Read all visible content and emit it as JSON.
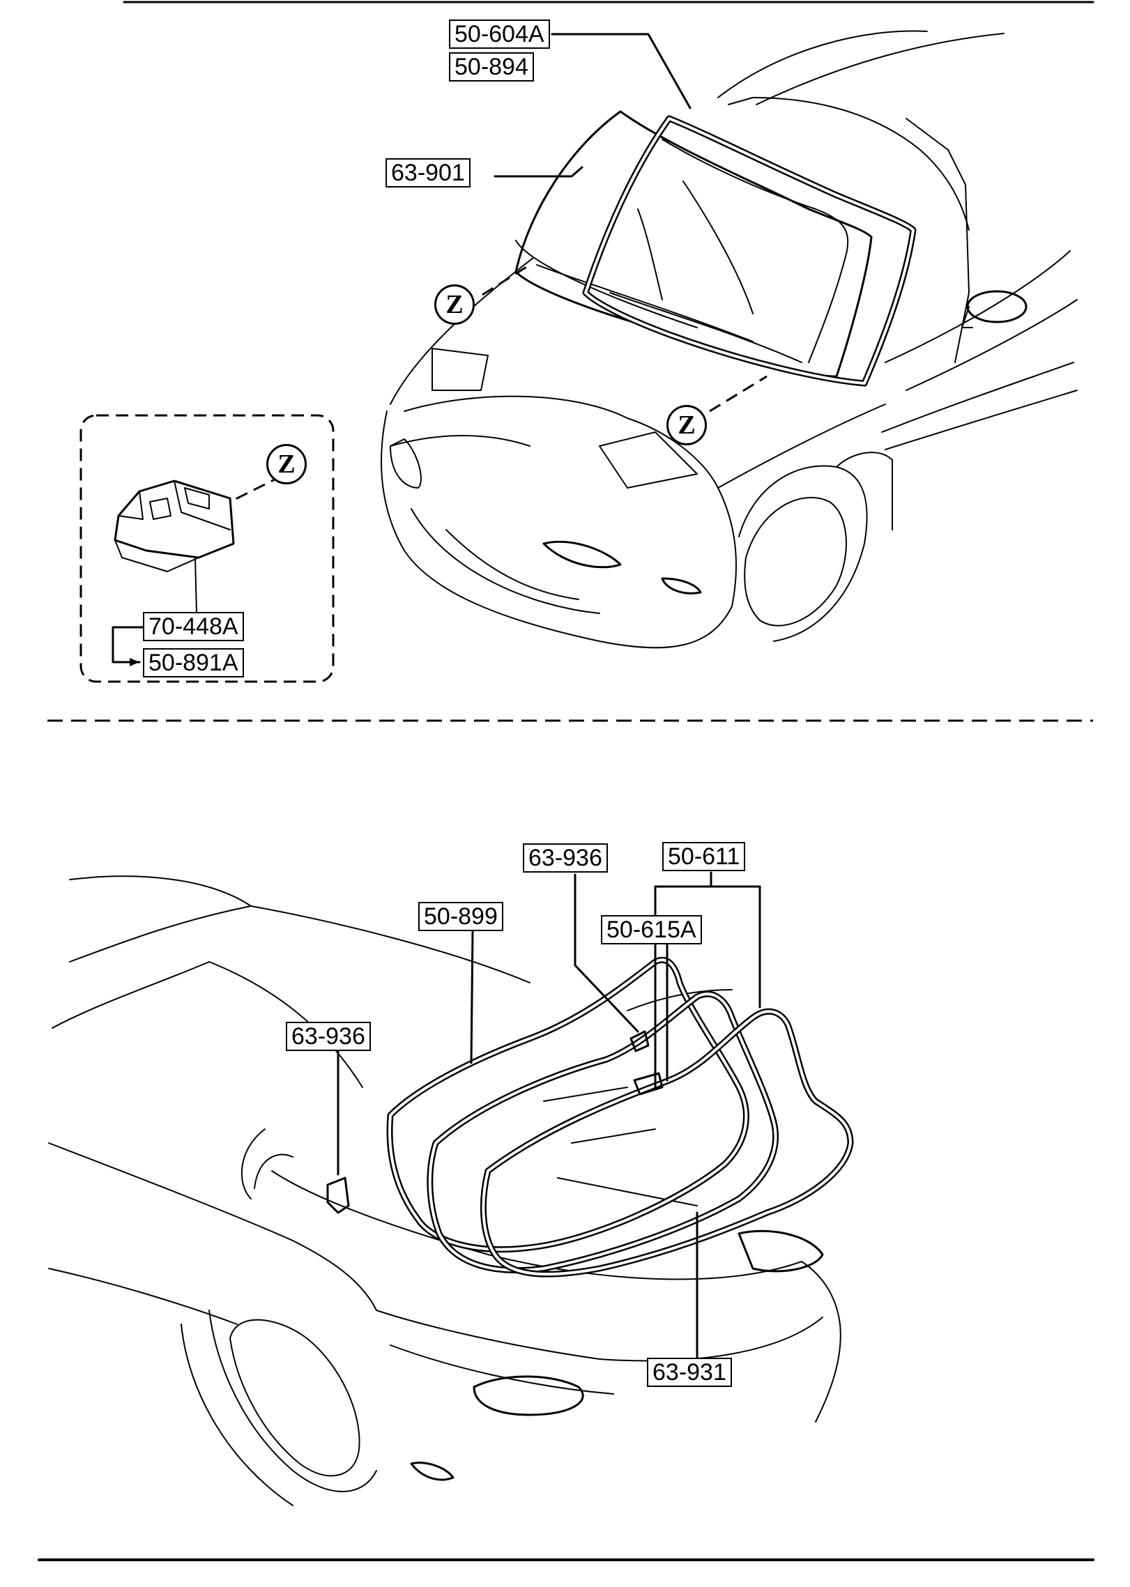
{
  "front_view": {
    "callouts": {
      "p50_604A": "50-604A",
      "p50_894": "50-894",
      "p63_901": "63-901"
    },
    "detail": {
      "p70_448A": "70-448A",
      "p50_891A": "50-891A"
    },
    "markers": {
      "z_left": "Z",
      "z_center": "Z",
      "z_detail": "Z"
    }
  },
  "rear_view": {
    "callouts": {
      "p63_936_top": "63-936",
      "p50_611": "50-611",
      "p50_899": "50-899",
      "p50_615A": "50-615A",
      "p63_936_left": "63-936",
      "p63_931": "63-931"
    }
  },
  "icons": [
    "clip-icon",
    "windshield-glass-icon",
    "rear-window-icon"
  ]
}
